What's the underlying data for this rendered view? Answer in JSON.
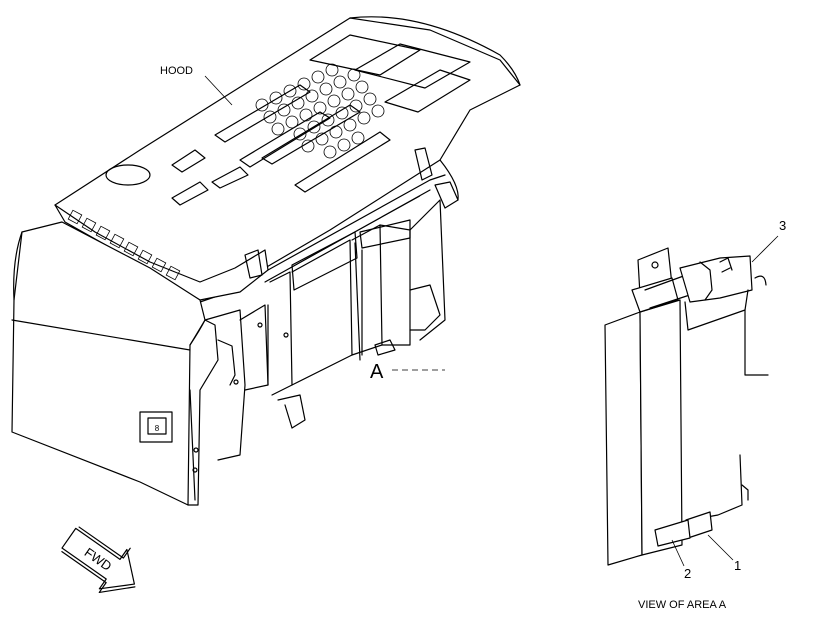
{
  "labels": {
    "hood": "HOOD",
    "view_marker": "A",
    "view_caption": "VIEW OF AREA A",
    "fwd": "FWD",
    "callout_1": "1",
    "callout_2": "2",
    "callout_3": "3"
  },
  "icons": {
    "fwd_arrow": "fwd-arrow-icon"
  }
}
